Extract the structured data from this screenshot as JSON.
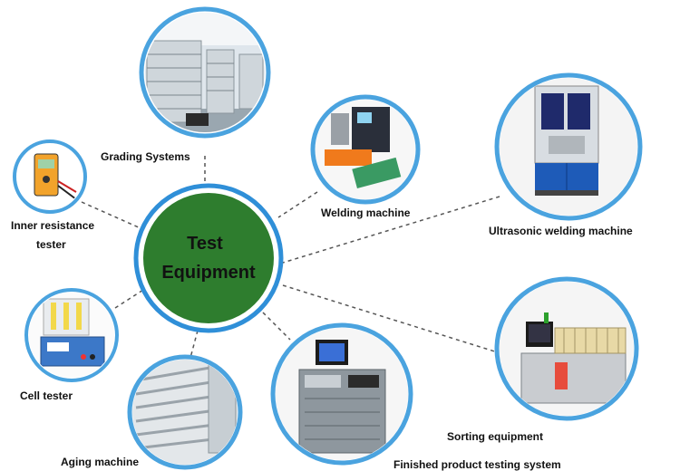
{
  "center": {
    "line1": "Test",
    "line2": "Equipment"
  },
  "nodes": [
    {
      "id": "grading-systems",
      "label": "Grading Systems"
    },
    {
      "id": "inner-resistance-tester",
      "label_line1": "Inner resistance",
      "label_line2": "tester"
    },
    {
      "id": "welding-machine",
      "label": "Welding machine"
    },
    {
      "id": "ultrasonic-welding-machine",
      "label": "Ultrasonic welding machine"
    },
    {
      "id": "cell-tester",
      "label": "Cell tester"
    },
    {
      "id": "aging-machine",
      "label": "Aging machine"
    },
    {
      "id": "finished-product-testing-system",
      "label": "Finished product testing system"
    },
    {
      "id": "sorting-equipment",
      "label": "Sorting equipment"
    }
  ],
  "colors": {
    "center_fill": "#2e7d2e",
    "center_ring": "#2f8fd8",
    "node_ring": "#4aa3df",
    "connector": "#555555"
  }
}
